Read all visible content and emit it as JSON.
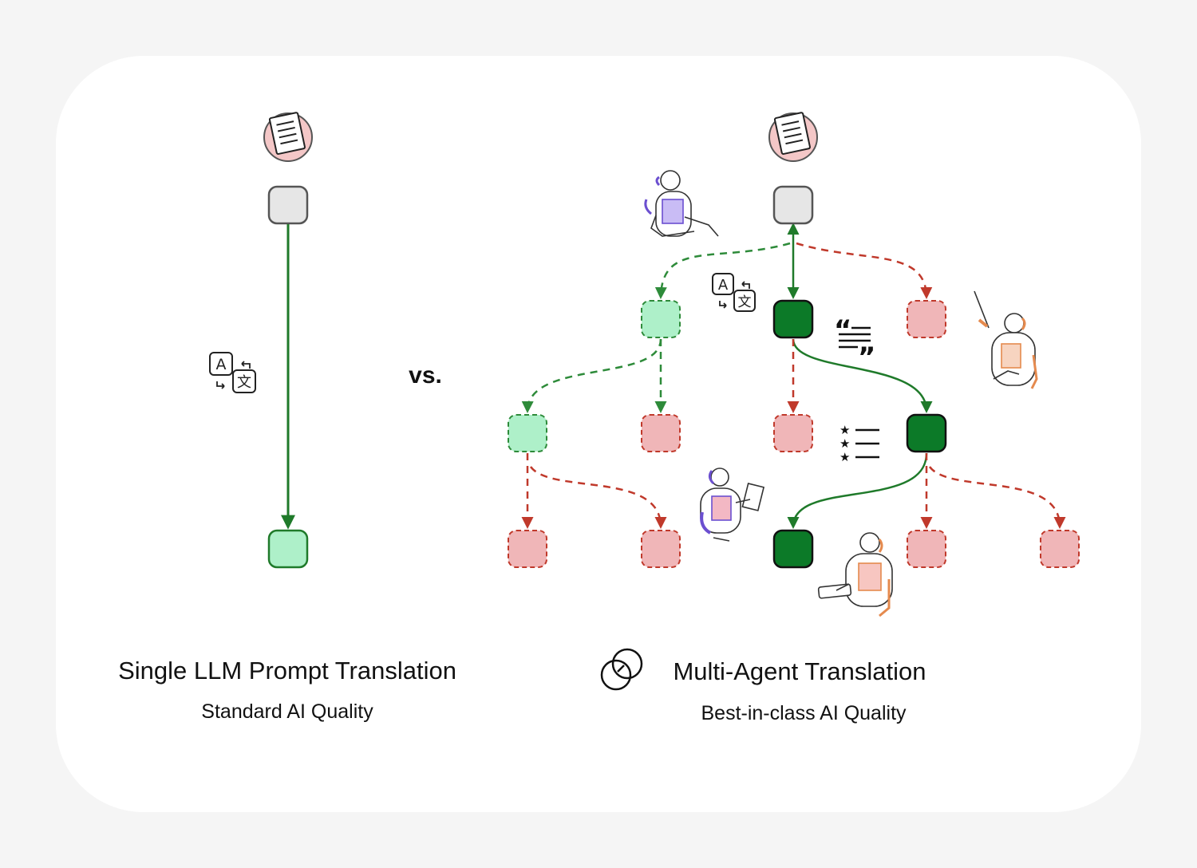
{
  "colors": {
    "good_path": "#1f7a2a",
    "alt_path": "#2e8b3a",
    "rejected_path": "#c0392b",
    "node_selected": "#0c7a28",
    "node_candidate": "#aef0c9",
    "node_rejected": "#f0b6b8",
    "node_source": "#e6e6e6",
    "doc_badge": "#f4c7c7"
  },
  "left_panel": {
    "title": "Single LLM Prompt Translation",
    "subtitle": "Standard AI Quality"
  },
  "separator": {
    "label": "vs."
  },
  "right_panel": {
    "title": "Multi-Agent Translation",
    "subtitle": "Best-in-class AI Quality",
    "logo_icon": "intersecting-circles-logo-icon"
  },
  "icons": {
    "source": "document-icon",
    "translate": "translate-icon",
    "quote": "quote-text-icon",
    "rating": "star-rating-list-icon",
    "agents": "agent-robot-illustration"
  },
  "glyphs": {
    "latin": "A",
    "cjk": "文",
    "quote_open": "“",
    "quote_close": "”",
    "star": "★"
  }
}
